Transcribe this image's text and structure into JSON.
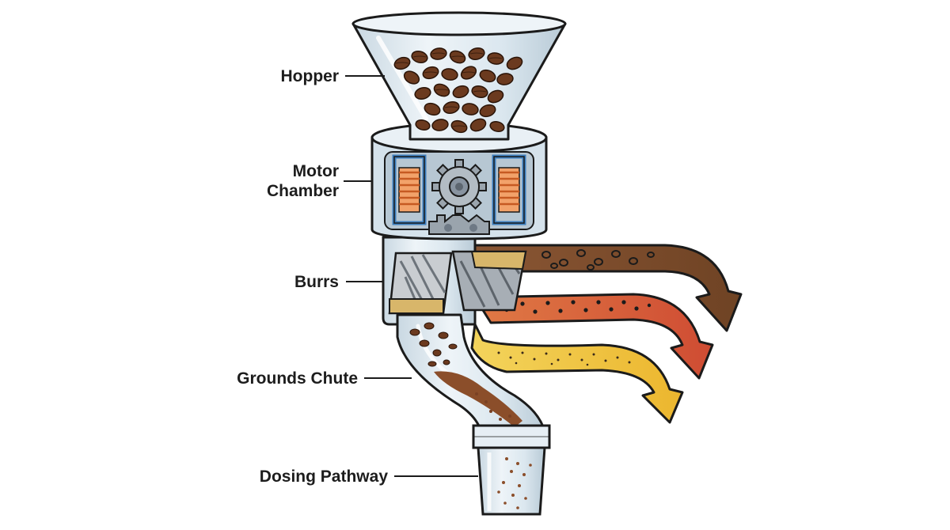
{
  "labels": {
    "hopper": "Hopper",
    "motor_chamber_line1": "Motor",
    "motor_chamber_line2": "Chamber",
    "burrs": "Burrs",
    "grounds_chute": "Grounds Chute",
    "dosing_pathway": "Dosing Pathway"
  },
  "colors": {
    "outline": "#1b1b1b",
    "glass": "#dfeaf2",
    "glass_shade": "#c3d3de",
    "beans": "#6b3a1f",
    "coarse_arrow": "#7a4a2a",
    "medium_arrow": "#d75a37",
    "fine_arrow": "#f0c63a",
    "coil": "#e07a3a",
    "frame": "#3c7fc0",
    "gear": "#9aa4ad",
    "burr_gold": "#d8b66a"
  },
  "icons": [
    "coffee-bean-icon",
    "gear-icon",
    "coil-icon",
    "arrow-icon"
  ]
}
